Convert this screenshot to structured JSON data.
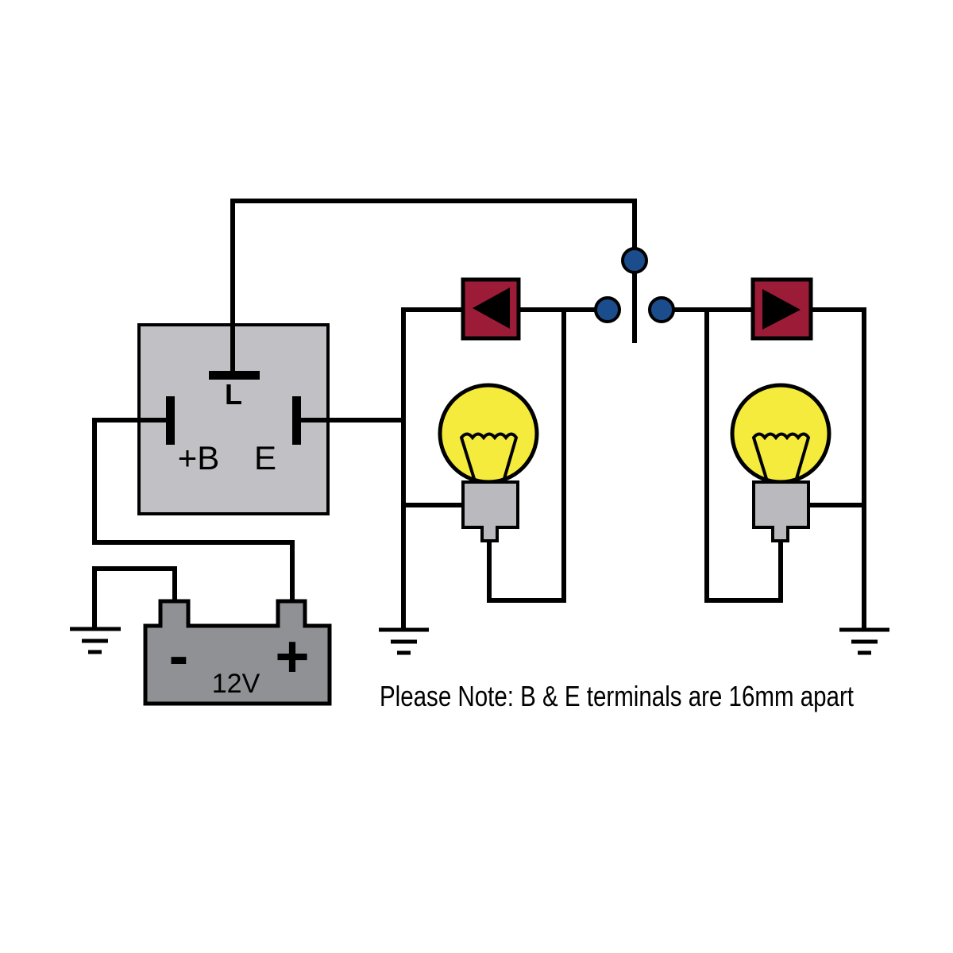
{
  "colors": {
    "background": "#ffffff",
    "wire_black": "#000000",
    "relay_gray": "#c1c1c5",
    "battery_gray": "#909195",
    "bulb_base_gray": "#bababe",
    "bulb_yellow": "#f5eb3d",
    "indicator_maroon": "#9c1c37",
    "switch_dot_blue": "#1b4d8c"
  },
  "relay": {
    "terminal_l_label": "L",
    "terminal_b_label": "+B",
    "terminal_e_label": "E"
  },
  "battery": {
    "negative_label": "-",
    "positive_label": "+",
    "voltage_label": "12V"
  },
  "note": {
    "text": "Please Note:  B & E terminals are 16mm apart"
  }
}
